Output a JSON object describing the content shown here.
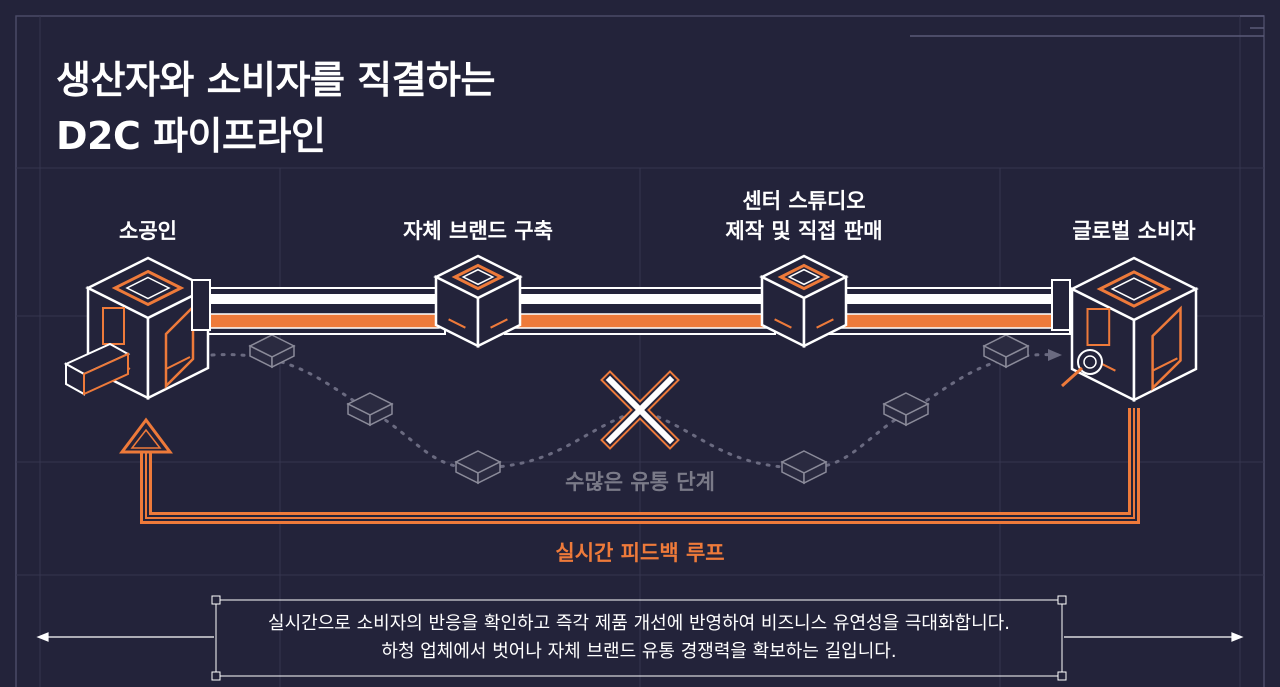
{
  "title": {
    "line1": "생산자와 소비자를 직결하는",
    "line2": "D2C 파이프라인"
  },
  "nodes": [
    {
      "label_lines": [
        "소공인"
      ]
    },
    {
      "label_lines": [
        "자체 브랜드 구축"
      ]
    },
    {
      "label_lines": [
        "센터 스튜디오",
        "제작 및 직접 판매"
      ]
    },
    {
      "label_lines": [
        "글로벌 소비자"
      ]
    }
  ],
  "intermediaries": {
    "label": "수많은 유통 단계",
    "icon": "x-cross-icon"
  },
  "feedback_loop": {
    "label": "실시간 피드백 루프"
  },
  "caption": {
    "line1": "실시간으로 소비자의 반응을 확인하고 즉각 제품 개선에 반영하여 비즈니스 유연성을 극대화합니다.",
    "line2": "하청 업체에서 벗어나 자체 브랜드 유통 경쟁력을 확보하는 길입니다."
  },
  "colors": {
    "background": "#23233a",
    "grid": "#3a3a55",
    "line": "#ffffff",
    "accent": "#ee7a3a",
    "muted": "#7a7a88"
  }
}
